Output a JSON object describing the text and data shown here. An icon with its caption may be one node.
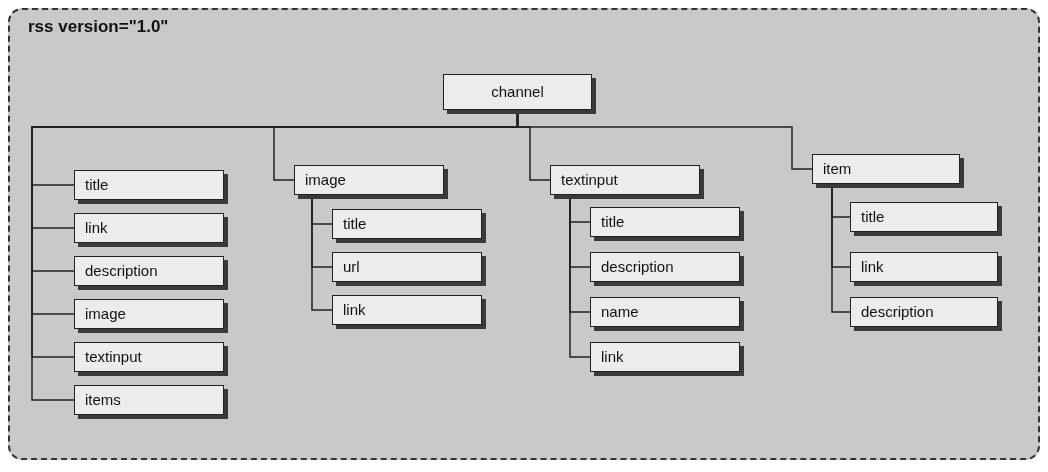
{
  "diagram": {
    "nodes": [
      {
        "text": [
          "rss version=\"1.0\""
        ]
      },
      {
        "text": [
          "channel"
        ],
        "in": 0
      },
      {
        "text": [
          "title"
        ],
        "in": 0
      },
      {
        "text": [
          "link"
        ],
        "in": 0
      },
      {
        "text": [
          "description"
        ],
        "in": 0
      },
      {
        "text": [
          "image"
        ],
        "in": 0
      },
      {
        "text": [
          "textinput"
        ],
        "in": 0
      },
      {
        "text": [
          "items"
        ],
        "in": 0
      },
      {
        "text": [
          "image"
        ],
        "in": 0
      },
      {
        "text": [
          "title"
        ],
        "in": 0
      },
      {
        "text": [
          "url"
        ],
        "in": 0
      },
      {
        "text": [
          "link"
        ],
        "in": 0
      },
      {
        "text": [
          "textinput"
        ],
        "in": 0
      },
      {
        "text": [
          "title"
        ],
        "in": 0
      },
      {
        "text": [
          "description"
        ],
        "in": 0
      },
      {
        "text": [
          "name"
        ],
        "in": 0
      },
      {
        "text": [
          "link"
        ],
        "in": 0
      },
      {
        "text": [
          "item"
        ],
        "in": 0
      },
      {
        "text": [
          "title"
        ],
        "in": 0
      },
      {
        "text": [
          "link"
        ],
        "in": 0
      },
      {
        "text": [
          "description"
        ],
        "in": 0
      }
    ],
    "edges": [
      {
        "from": 1,
        "to": 2,
        "arrow": "none"
      },
      {
        "from": 1,
        "to": 3,
        "arrow": "none"
      },
      {
        "from": 1,
        "to": 4,
        "arrow": "none"
      },
      {
        "from": 1,
        "to": 5,
        "arrow": "none"
      },
      {
        "from": 1,
        "to": 6,
        "arrow": "none"
      },
      {
        "from": 1,
        "to": 7,
        "arrow": "none"
      },
      {
        "from": 1,
        "to": 8,
        "arrow": "none"
      },
      {
        "from": 1,
        "to": 12,
        "arrow": "none"
      },
      {
        "from": 1,
        "to": 17,
        "arrow": "none"
      },
      {
        "from": 8,
        "to": 9,
        "arrow": "none"
      },
      {
        "from": 8,
        "to": 10,
        "arrow": "none"
      },
      {
        "from": 8,
        "to": 11,
        "arrow": "none"
      },
      {
        "from": 12,
        "to": 13,
        "arrow": "none"
      },
      {
        "from": 12,
        "to": 14,
        "arrow": "none"
      },
      {
        "from": 12,
        "to": 15,
        "arrow": "none"
      },
      {
        "from": 12,
        "to": 16,
        "arrow": "none"
      },
      {
        "from": 17,
        "to": 18,
        "arrow": "none"
      },
      {
        "from": 17,
        "to": 19,
        "arrow": "none"
      },
      {
        "from": 17,
        "to": 20,
        "arrow": "none"
      }
    ]
  }
}
